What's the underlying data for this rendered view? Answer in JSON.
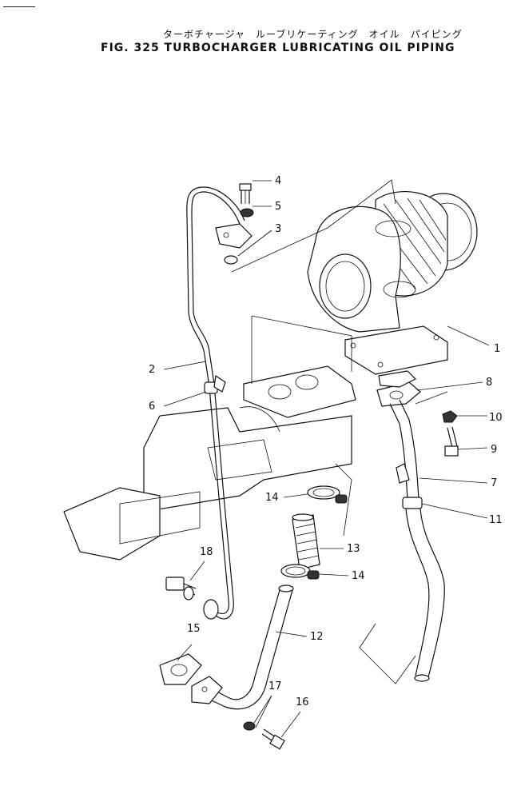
{
  "header": {
    "title_jp": "ターボチャージャ　ルーブリケーティング　オイル　パイピング",
    "title_en": "FIG. 325   TURBOCHARGER  LUBRICATING  OIL  PIPING"
  },
  "callouts": [
    {
      "id": "callout-1",
      "label": "1"
    },
    {
      "id": "callout-2",
      "label": "2"
    },
    {
      "id": "callout-3",
      "label": "3"
    },
    {
      "id": "callout-4",
      "label": "4"
    },
    {
      "id": "callout-5",
      "label": "5"
    },
    {
      "id": "callout-6",
      "label": "6"
    },
    {
      "id": "callout-7",
      "label": "7"
    },
    {
      "id": "callout-8",
      "label": "8"
    },
    {
      "id": "callout-9",
      "label": "9"
    },
    {
      "id": "callout-10",
      "label": "10"
    },
    {
      "id": "callout-11",
      "label": "11"
    },
    {
      "id": "callout-12",
      "label": "12"
    },
    {
      "id": "callout-13",
      "label": "13"
    },
    {
      "id": "callout-14a",
      "label": "14"
    },
    {
      "id": "callout-14b",
      "label": "14"
    },
    {
      "id": "callout-15",
      "label": "15"
    },
    {
      "id": "callout-16",
      "label": "16"
    },
    {
      "id": "callout-17",
      "label": "17"
    },
    {
      "id": "callout-18",
      "label": "18"
    }
  ]
}
